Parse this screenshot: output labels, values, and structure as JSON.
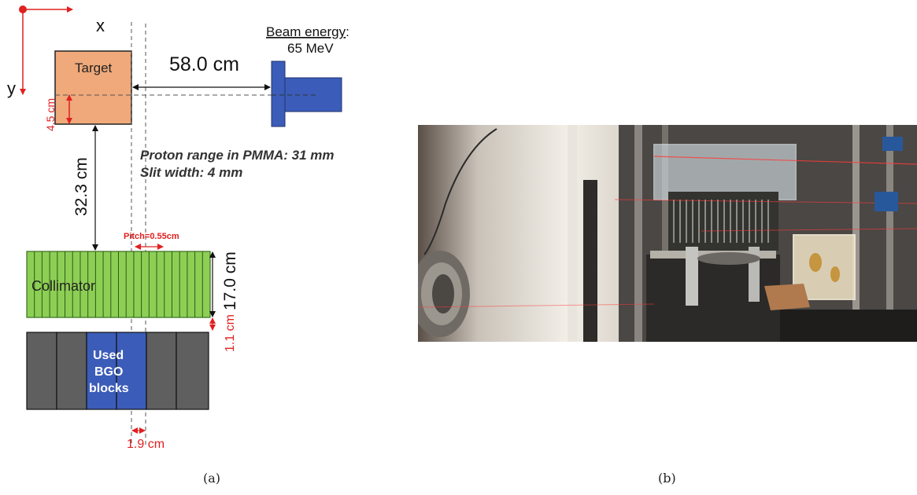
{
  "panel_a": {
    "axes": {
      "x_label": "x",
      "y_label": "y"
    },
    "target": {
      "label": "Target",
      "offset_label": "4.5 cm"
    },
    "beam": {
      "energy_title": "Beam energy",
      "energy_colon": ":",
      "energy_value": "65 MeV",
      "distance_label": "58.0 cm"
    },
    "notes": {
      "proton_range": "Proton range in PMMA: 31 mm",
      "slit_width": "Slit width: 4 mm"
    },
    "gap_target_collimator": "32.3 cm",
    "collimator": {
      "label": "Collimator",
      "pitch_label": "Pitch=0.55cm",
      "height_label": "17.0 cm",
      "gap_label": "1.1 cm"
    },
    "detector": {
      "used_label_line1": "Used",
      "used_label_line2": "BGO",
      "used_label_line3": "blocks",
      "offset_label": "1.9 cm"
    }
  },
  "captions": {
    "a": "(a)",
    "b": "(b)"
  },
  "colors": {
    "target_fill": "#efa97a",
    "beam_blue": "#3b5cb8",
    "collimator_green": "#8dcf55",
    "bgo_gray": "#5f5f5f",
    "bgo_used": "#3b5cb8",
    "red": "#e02020"
  }
}
